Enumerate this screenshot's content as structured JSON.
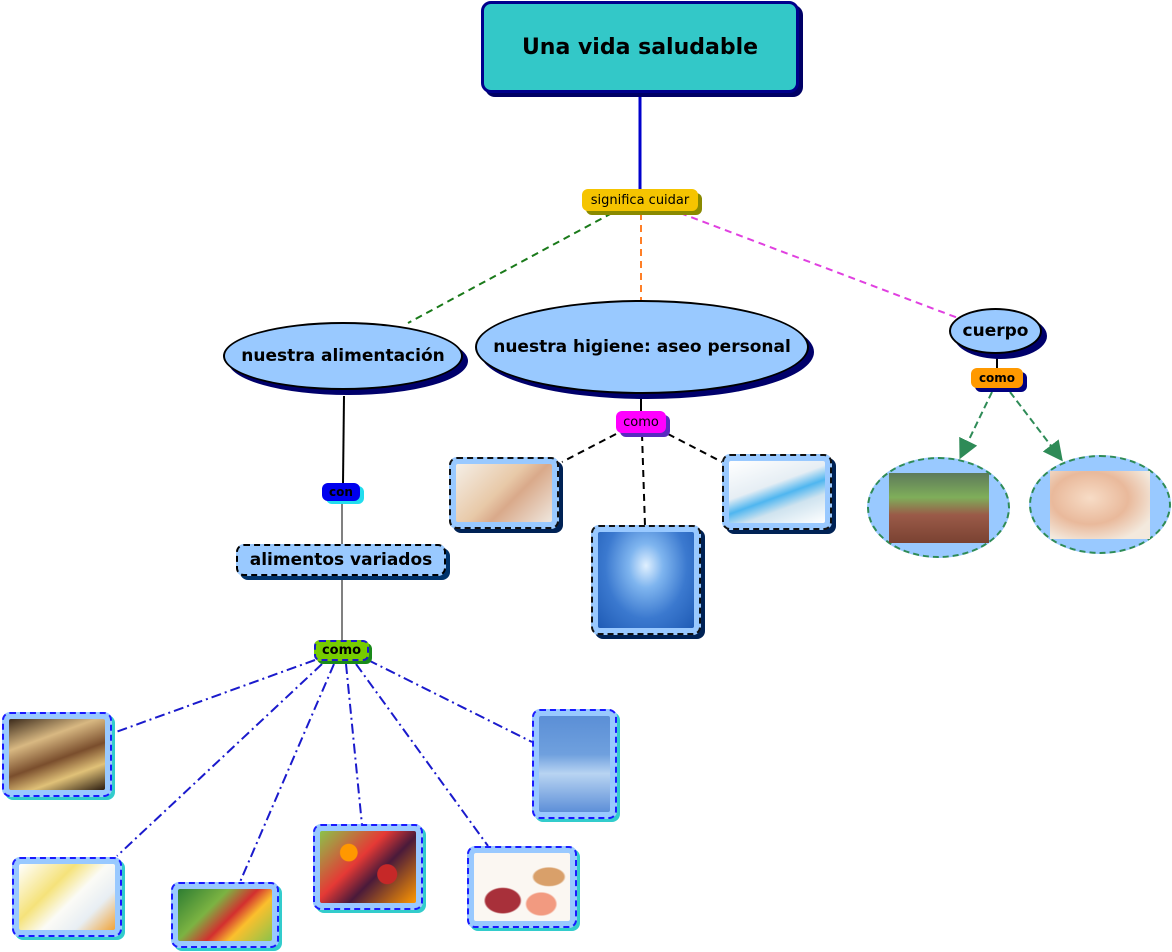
{
  "title": "Una vida saludable",
  "linking_phrases": {
    "root_to_children": "significa cuidar",
    "alimentacion_link": "con",
    "higiene_link": "como",
    "cuerpo_link": "como",
    "alimentos_link": "como"
  },
  "concepts": {
    "alimentacion": "nuestra alimentación",
    "higiene": "nuestra higiene: aseo personal",
    "cuerpo": "cuerpo",
    "alimentos": "alimentos variados"
  },
  "images": {
    "higiene": [
      "hand-washing-image",
      "shower-image",
      "toothbrush-image"
    ],
    "cuerpo": [
      "children-running-image",
      "sleeping-baby-image"
    ],
    "alimentos": [
      "bread-and-wheat-image",
      "dairy-products-image",
      "vegetables-image",
      "fruits-image",
      "meat-fish-eggs-image",
      "water-glass-image"
    ]
  },
  "colors": {
    "root_fill": "#33c8c8",
    "concept_fill": "#99c9ff",
    "link_alimentacion": "#1a7a1a",
    "link_higiene": "#ff7f27",
    "link_cuerpo": "#e040e0",
    "link_foods": "#1a1acc",
    "link_cuerpo_children": "#2e8b57"
  }
}
